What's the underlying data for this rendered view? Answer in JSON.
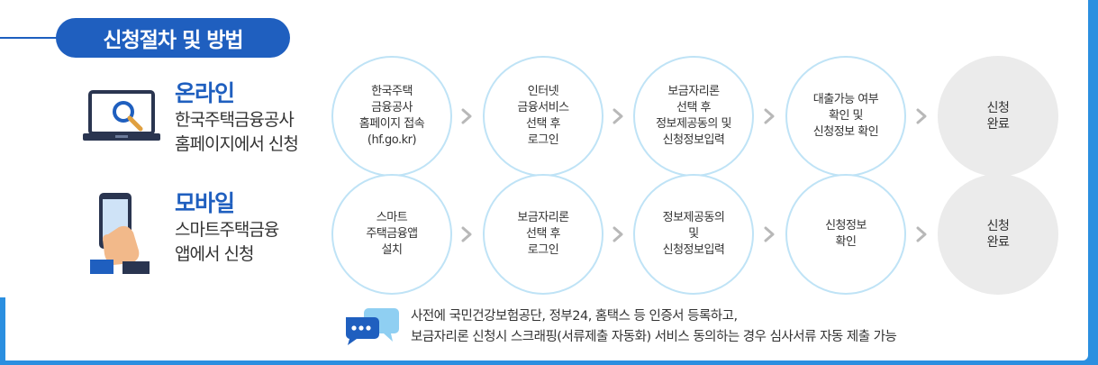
{
  "section": {
    "title": "신청절차 및 방법"
  },
  "methods": [
    {
      "title": "온라인",
      "desc1": "한국주택금융공사",
      "desc2": "홈페이지에서 신청",
      "icon": "laptop-search-icon",
      "steps": [
        "한국주택\n금융공사\n홈페이지 접속\n(hf.go.kr)",
        "인터넷\n금융서비스\n선택 후\n로그인",
        "보금자리론\n선택 후\n정보제공동의 및\n신청정보입력",
        "대출가능 여부\n확인 및\n신청정보 확인",
        "신청\n완료"
      ]
    },
    {
      "title": "모바일",
      "desc1": "스마트주택금융",
      "desc2": "앱에서 신청",
      "icon": "smartphone-hand-icon",
      "steps": [
        "스마트\n주택금융앱\n설치",
        "보금자리론\n선택 후\n로그인",
        "정보제공동의\n및\n신청정보입력",
        "신청정보\n확인",
        "신청\n완료"
      ]
    }
  ],
  "note": {
    "line1": "사전에 국민건강보험공단, 정부24, 홈택스 등 인증서 등록하고,",
    "line2": "보금자리론 신청시 스크래핑(서류제출 자동화) 서비스 동의하는 경우 심사서류 자동 제출 가능",
    "icon": "chat-bubble-icon"
  },
  "colors": {
    "brand": "#1f5fbf",
    "accent": "#2b8fe0",
    "circle_border": "#bfe3f6",
    "circle_filled": "#ebebeb"
  }
}
